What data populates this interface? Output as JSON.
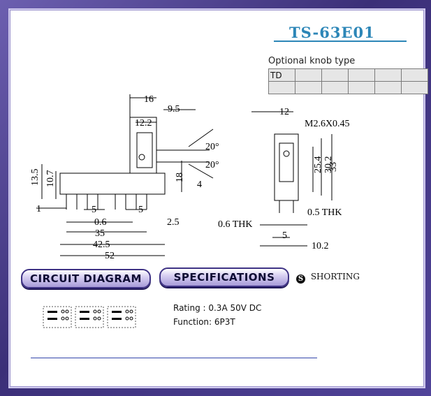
{
  "title": "TS-63E01",
  "knob": {
    "label": "Optional knob type",
    "types": [
      "TD",
      "",
      "",
      "",
      "",
      ""
    ]
  },
  "dimensions": {
    "d16": "16",
    "d9_5": "9.5",
    "d12_2": "12.2",
    "d20a": "20°",
    "d20b": "20°",
    "d13_5": "13.5",
    "d10_7": "10.7",
    "d18": "18",
    "d4": "4",
    "d1": "1",
    "d5a": "5",
    "d5b": "5",
    "d0_6": "0.6",
    "d2_5": "2.5",
    "d35": "35",
    "d42_5": "42.5",
    "d52": "52",
    "d12": "12",
    "screw": "M2.6X0.45",
    "d25_4": "25.4",
    "d30_2": "30.2",
    "d33": "33",
    "d0_5thk": "0.5  THK",
    "d0_6thk": "0.6  THK",
    "d5c": "5",
    "d10_2": "10.2"
  },
  "buttons": {
    "circuit": "CIRCUIT DIAGRAM",
    "specs": "SPECIFICATIONS"
  },
  "shorting": {
    "icon": "S",
    "label": "SHORTING"
  },
  "specs": {
    "rating": "Rating : 0.3A 50V DC",
    "function": "Function: 6P3T"
  }
}
